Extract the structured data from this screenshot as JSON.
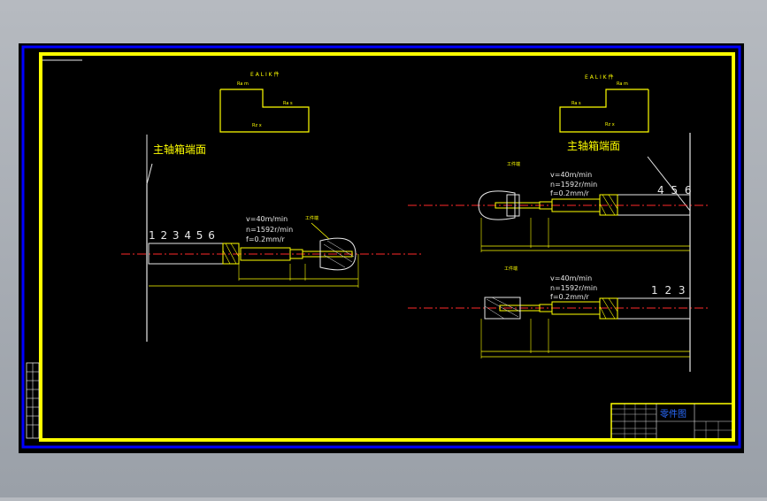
{
  "headstock_label": "主轴箱端面",
  "small_title": "E A L I K 件",
  "dim_marks": [
    "Ra m",
    "Ra s",
    "Rz x"
  ],
  "workpiece_label": "工件端",
  "params": {
    "v": "v=40m/min",
    "n": "n=1592r/min",
    "f": "f=0.2mm/r"
  },
  "numbers_left": "1 2 3 4 5 6",
  "numbers_right_top": "4 5 6",
  "numbers_right_bottom": "1 2 3",
  "title_block_text": "零件图",
  "colors": {
    "frame_blue": "#0000ff",
    "frame_yellow": "#ffff00",
    "centerline_red": "#ff2a2a",
    "drawing_white": "#e8e8e8",
    "background": "#000000"
  }
}
